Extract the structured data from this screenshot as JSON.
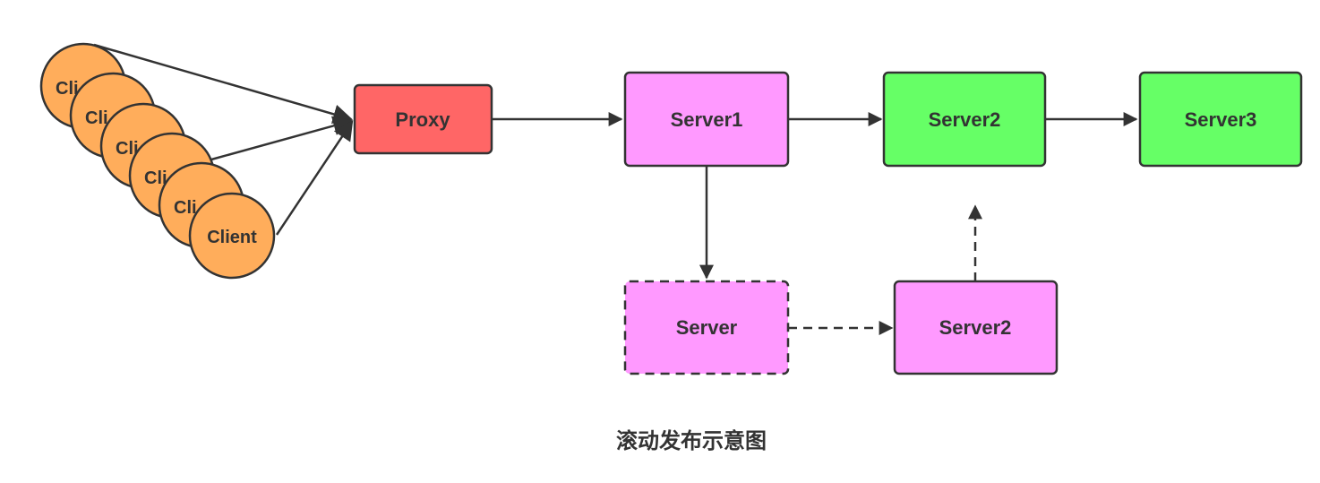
{
  "clients": {
    "stack_labels": [
      "Cli",
      "Cli",
      "Cli",
      "Cli",
      "Cli"
    ],
    "front_label": "Client"
  },
  "nodes": {
    "proxy": "Proxy",
    "server1": "Server1",
    "server2_top": "Server2",
    "server3": "Server3",
    "server_new": "Server",
    "server2_bottom": "Server2"
  },
  "caption": "滚动发布示意图",
  "colors": {
    "client_fill": "#FFAD5B",
    "proxy_fill": "#FF6666",
    "server_pink": "#FF99FF",
    "server_green": "#66FF66",
    "stroke": "#333333"
  }
}
